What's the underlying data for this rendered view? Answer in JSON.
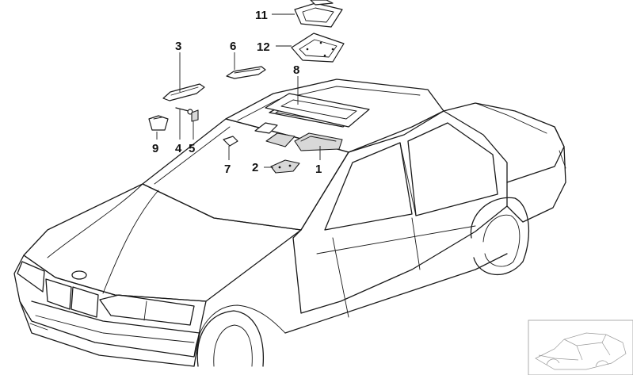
{
  "diagram": {
    "part_numbers": {
      "p1": "1",
      "p2": "2",
      "p3": "3",
      "p4": "4",
      "p5": "5",
      "p6": "6",
      "p7": "7",
      "p8": "8",
      "p9": "9",
      "p11": "11",
      "p12": "12"
    }
  }
}
